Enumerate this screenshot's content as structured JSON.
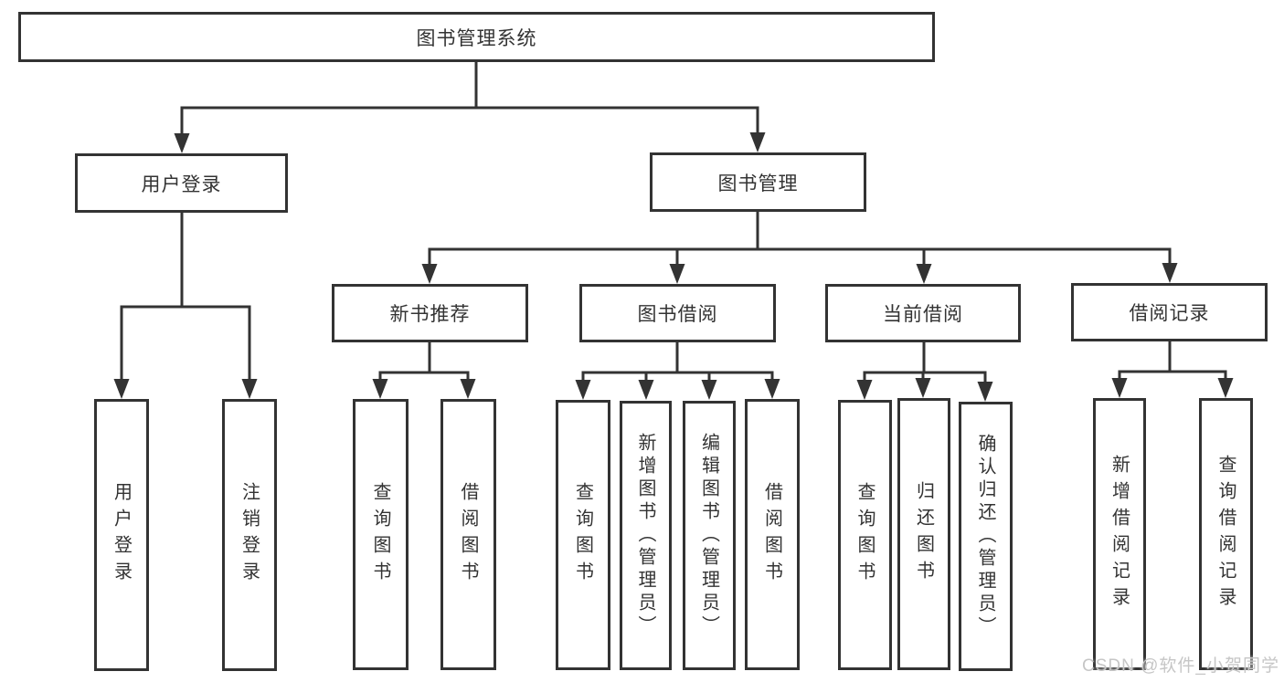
{
  "tree": {
    "root": {
      "label": "图书管理系统"
    },
    "branches": [
      {
        "label": "用户登录",
        "children": [
          {
            "label": "用户登录"
          },
          {
            "label": "注销登录"
          }
        ]
      },
      {
        "label": "图书管理",
        "children": [
          {
            "label": "新书推荐",
            "children": [
              {
                "label": "查询图书"
              },
              {
                "label": "借阅图书"
              }
            ]
          },
          {
            "label": "图书借阅",
            "children": [
              {
                "label": "查询图书"
              },
              {
                "label": "新增图书（管理员）"
              },
              {
                "label": "编辑图书（管理员）"
              },
              {
                "label": "借阅图书"
              }
            ]
          },
          {
            "label": "当前借阅",
            "children": [
              {
                "label": "查询图书"
              },
              {
                "label": "归还图书"
              },
              {
                "label": "确认归还（管理员）"
              }
            ]
          },
          {
            "label": "借阅记录",
            "children": [
              {
                "label": "新增借阅记录"
              },
              {
                "label": "查询借阅记录"
              }
            ]
          }
        ]
      }
    ]
  },
  "watermark": {
    "text": "CSDN @软件_小贺同学"
  },
  "colors": {
    "line": "#333333",
    "text": "#333333",
    "box_background": "#ffffff",
    "page_background": "#ffffff",
    "watermark": "#c6c6c6"
  }
}
